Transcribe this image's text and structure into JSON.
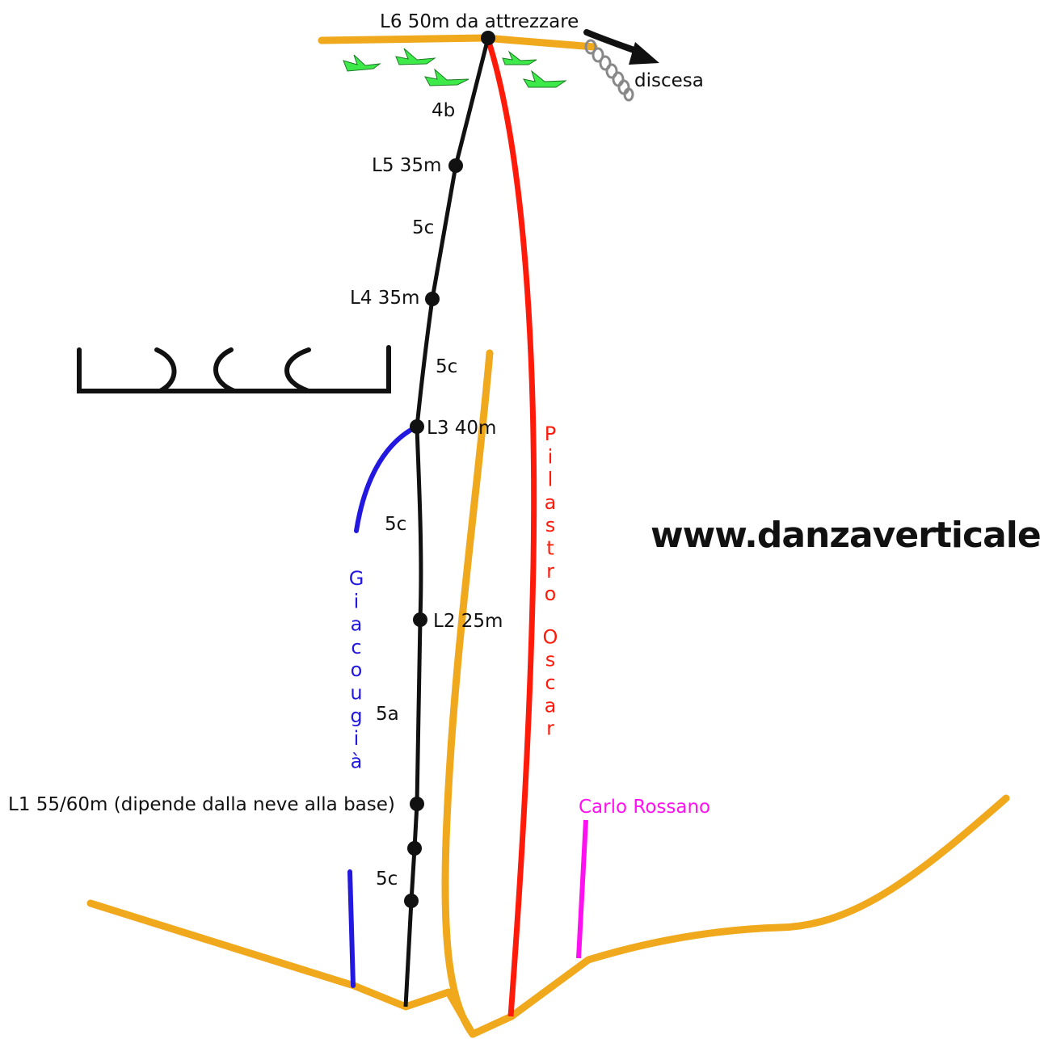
{
  "belays": [
    {
      "id": "L6",
      "label": "L6 50m da attrezzare"
    },
    {
      "id": "L5",
      "label": "L5 35m"
    },
    {
      "id": "L4",
      "label": "L4 35m"
    },
    {
      "id": "L3",
      "label": "L3 40m"
    },
    {
      "id": "L2",
      "label": "L2 25m"
    },
    {
      "id": "L1",
      "label": "L1 55/60m (dipende dalla neve alla base)"
    }
  ],
  "grades": [
    "4b",
    "5c",
    "5c",
    "5c",
    "5a",
    "5c"
  ],
  "descent_label": "discesa",
  "routes": {
    "left": {
      "name": "Giacougià",
      "color": "#2318e0"
    },
    "right": {
      "name": "Pilastro Oscar",
      "color": "#ff1a0a"
    },
    "far_right": {
      "name": "Carlo Rossano",
      "color": "#ff10f0"
    }
  },
  "colors": {
    "main_route": "#111111",
    "terrain": "#f0a81c",
    "vegetation": "#3dea4a",
    "chain": "#888888"
  },
  "website": "www.danzaverticale.it"
}
